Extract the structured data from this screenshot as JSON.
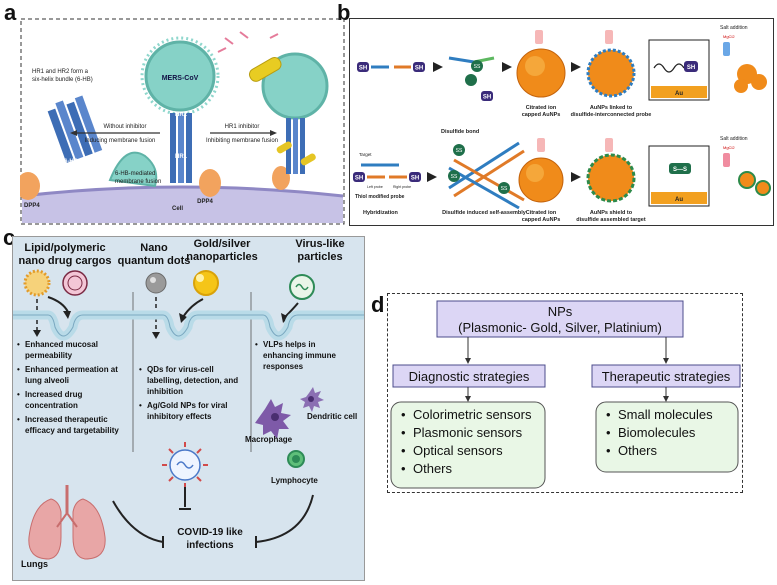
{
  "panel_labels": {
    "a": "a",
    "b": "b",
    "c": "c",
    "d": "d"
  },
  "panel_a": {
    "virus": "MERS-CoV",
    "bundle_note": [
      "HR1 and HR2 form a",
      "six-helix bundle (6-HB)"
    ],
    "without_inhibitor": "Without inhibitor",
    "inducing_fusion": "Inducing membrane fusion",
    "hr1_inhibitor": "HR1 inhibitor",
    "inhibiting_fusion": "Inhibiting membrane fusion",
    "hr2": "HR2",
    "hr1": "HR1",
    "sixhb": "6-HB",
    "sixhb_mediated": [
      "6-HB-mediated",
      "membrane fusion"
    ],
    "dpp4_left": "DPP4",
    "dpp4_mid": "DPP4",
    "cell": "Cell"
  },
  "panel_b": {
    "sh": "SH",
    "ss": "SS",
    "citrated_1": [
      "Citrated ion",
      "capped AuNPs"
    ],
    "aunps_linked": [
      "AuNPs linked to",
      "disulfide-interconnected probe"
    ],
    "salt_1": "Salt addition",
    "mgcl2_1": "MgCl2",
    "au_1": "Au",
    "target": "Target",
    "left_probe": "Left probe",
    "right_probe": "Right probe",
    "thiol_probe": "Thiol modified probe",
    "hybridization": "Hybridization",
    "disulfide_bond": "Disulfide bond",
    "self_assembly": "Disulfide induced self-assembly",
    "citrated_2": [
      "Citrated ion",
      "capped AuNPs"
    ],
    "aunps_shield": [
      "AuNPs shield to",
      "disulfide assembled target"
    ],
    "salt_2": "Salt addition",
    "mgcl2_2": "MgCl2",
    "au_2": "Au",
    "s_s": "S—S"
  },
  "panel_c": {
    "col1_title": [
      "Lipid/polymeric",
      "nano drug cargos"
    ],
    "col2_title": [
      "Nano",
      "quantum dots"
    ],
    "col3_title": [
      "Gold/silver",
      "nanoparticles"
    ],
    "col4_title": [
      "Virus-like",
      "particles"
    ],
    "col1_bullets": [
      [
        "Enhanced mucosal",
        "permeability"
      ],
      [
        "Enhanced permeation at",
        "lung alveoli"
      ],
      [
        "Increased drug",
        "concentration"
      ],
      [
        "Increased therapeutic",
        "efficacy and targetability"
      ]
    ],
    "col23_bullets": [
      [
        "QDs for virus-cell",
        "labelling, detection, and",
        "inhibition"
      ],
      [
        "Ag/Gold NPs for viral",
        "inhibitory effects"
      ]
    ],
    "col4_bullets": [
      [
        "VLPs helps in",
        "enhancing immune",
        "responses"
      ]
    ],
    "dendritic": "Dendritic cell",
    "macrophage": "Macrophage",
    "lymphocyte": "Lymphocyte",
    "lungs": "Lungs",
    "infections": [
      "COVID-19 like",
      "infections"
    ]
  },
  "panel_d": {
    "root": [
      "NPs",
      "(Plasmonic- Gold, Silver, Platinium)"
    ],
    "diagnostic_title": "Diagnostic strategies",
    "therapeutic_title": "Therapeutic strategies",
    "diagnostic_items": [
      "Colorimetric sensors",
      "Plasmonic sensors",
      "Optical sensors",
      "Others"
    ],
    "therapeutic_items": [
      "Small molecules",
      "Biomolecules",
      "Others"
    ]
  },
  "colors": {
    "teal_virus": "#7dcfc4",
    "membrane": "#b9b4dd",
    "helix_blue": "#3d6db5",
    "dpp4_orange": "#f2a35e",
    "gold": "#f5b800",
    "c_bg": "#d7e4ee",
    "d_box": "#dcd6f5",
    "d_border": "#4c4c8c"
  }
}
